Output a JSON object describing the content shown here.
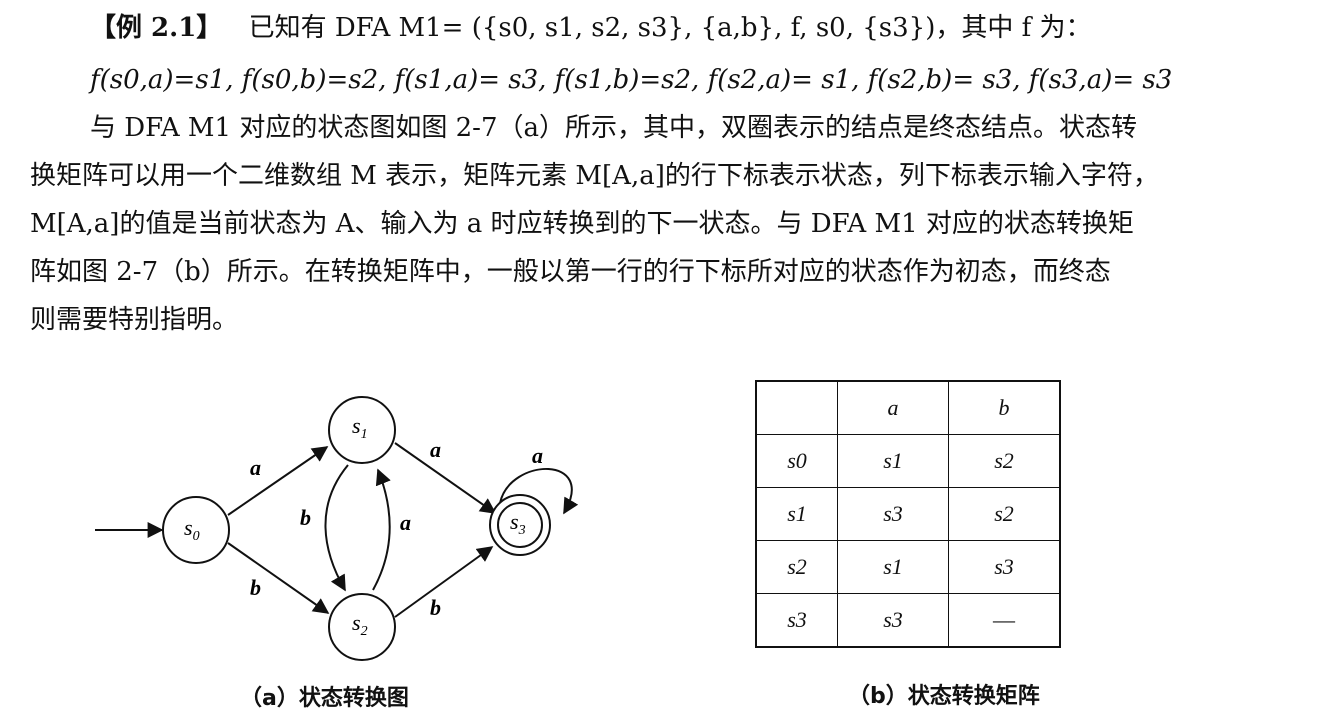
{
  "paragraph": {
    "line1": {
      "tag": "【例 2.1】",
      "text": "已知有 DFA M1= ({s0, s1, s2, s3}, {a,b}, f, s0, {s3})，其中 f 为："
    },
    "line2": "f(s0,a)=s1, f(s0,b)=s2, f(s1,a)= s3, f(s1,b)=s2, f(s2,a)= s1, f(s2,b)= s3, f(s3,a)= s3",
    "line3": "与 DFA M1 对应的状态图如图 2-7（a）所示，其中，双圈表示的结点是终态结点。状态转",
    "line4": "换矩阵可以用一个二维数组 M 表示，矩阵元素 M[A,a]的行下标表示状态，列下标表示输入字符，",
    "line5": "M[A,a]的值是当前状态为 A、输入为 a 时应转换到的下一状态。与 DFA M1 对应的状态转换矩",
    "line6": "阵如图 2-7（b）所示。在转换矩阵中，一般以第一行的行下标所对应的状态作为初态，而终态",
    "line7": "则需要特别指明。"
  },
  "diagram": {
    "caption": "（a）状态转换图",
    "states": [
      {
        "id": "s0",
        "label": "s",
        "sub": "0",
        "final": false
      },
      {
        "id": "s1",
        "label": "s",
        "sub": "1",
        "final": false
      },
      {
        "id": "s2",
        "label": "s",
        "sub": "2",
        "final": false
      },
      {
        "id": "s3",
        "label": "s",
        "sub": "3",
        "final": true
      }
    ],
    "edges": [
      {
        "from": "s0",
        "to": "s1",
        "label": "a"
      },
      {
        "from": "s0",
        "to": "s2",
        "label": "b"
      },
      {
        "from": "s1",
        "to": "s2",
        "label": "b"
      },
      {
        "from": "s2",
        "to": "s1",
        "label": "a"
      },
      {
        "from": "s1",
        "to": "s3",
        "label": "a"
      },
      {
        "from": "s2",
        "to": "s3",
        "label": "b"
      },
      {
        "from": "s3",
        "to": "s3",
        "label": "a"
      }
    ]
  },
  "matrix": {
    "caption": "（b）状态转换矩阵",
    "columns": [
      "",
      "a",
      "b"
    ],
    "rows": [
      {
        "state": "s0",
        "a": "s1",
        "b": "s2"
      },
      {
        "state": "s1",
        "a": "s3",
        "b": "s2"
      },
      {
        "state": "s2",
        "a": "s1",
        "b": "s3"
      },
      {
        "state": "s3",
        "a": "s3",
        "b": "—"
      }
    ]
  }
}
